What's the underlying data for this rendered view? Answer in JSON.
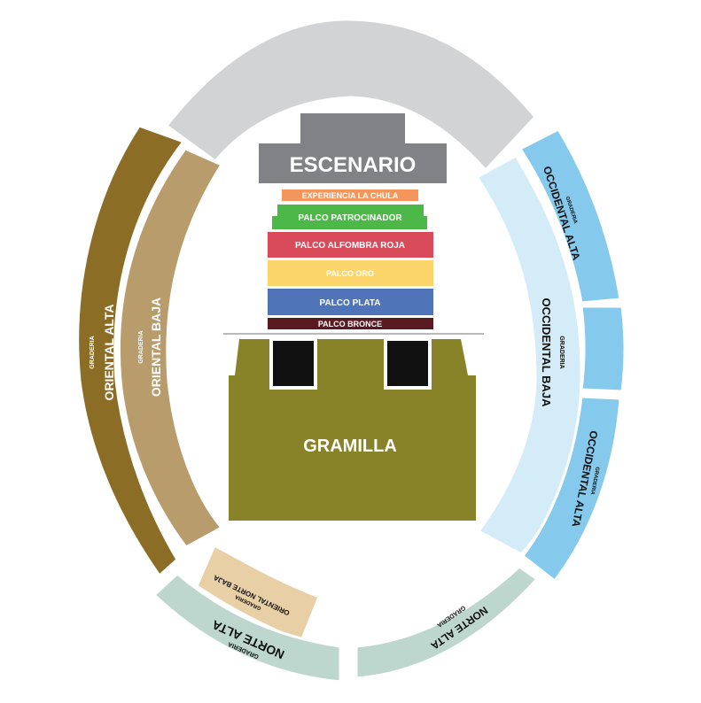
{
  "colors": {
    "stage_arc": "#d1d3d4",
    "stage": "#808285",
    "oriental_alta": "#8c6d26",
    "oriental_baja": "#b89c6b",
    "norte_baja": "#e8cfa6",
    "norte_alta": "#bdd7cf",
    "occidental_baja": "#d3ecf8",
    "occidental_alta": "#85c9ec",
    "gramilla": "#888328",
    "experiencia": "#f4955b",
    "patrocinador": "#4cb848",
    "alfombra": "#d94a5b",
    "oro": "#fcd56a",
    "plata": "#4f75b8",
    "bronce": "#5a1a22",
    "tower": "#111111"
  },
  "stage": {
    "label": "ESCENARIO"
  },
  "palcos": {
    "experiencia": "EXPERIENCIA LA CHULA",
    "patrocinador": "PALCO PATROCINADOR",
    "alfombra": "PALCO ALFOMBRA ROJA",
    "oro": "PALCO ORO",
    "plata": "PALCO PLATA",
    "bronce": "PALCO BRONCE"
  },
  "field": {
    "label": "GRAMILLA"
  },
  "sections": {
    "graderia": "GRADERIA",
    "oriental_alta": "ORIENTAL ALTA",
    "oriental_baja": "ORIENTAL BAJA",
    "norte_baja": "ORIENTAL NORTE BAJA",
    "norte_alta_left": "NORTE ALTA",
    "norte_alta_right": "NORTE ALTA",
    "occidental_baja": "OCCIDENTAL BAJA",
    "occidental_alta_top": "OCCIDENTAL ALTA",
    "occidental_alta_bottom": "OCCIDENTAL ALTA"
  }
}
